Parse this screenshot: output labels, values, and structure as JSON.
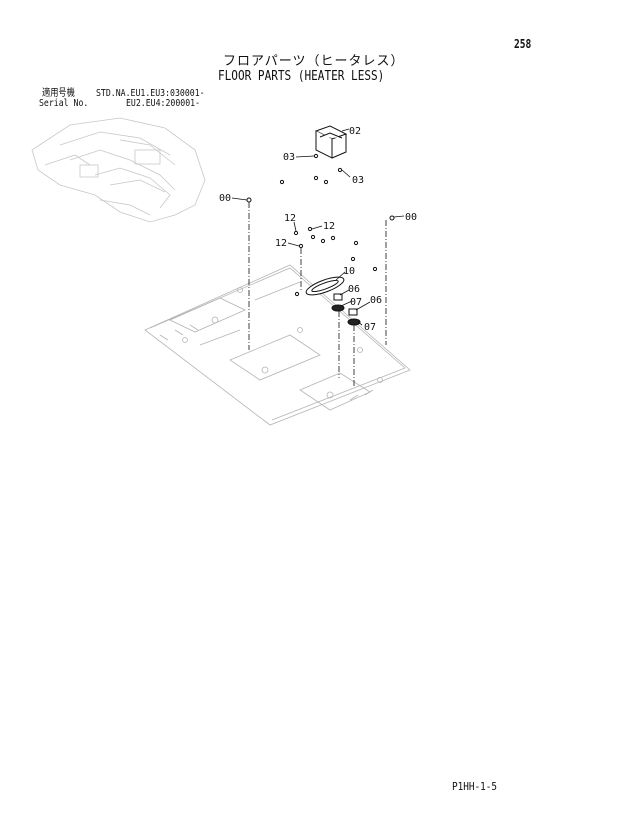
{
  "page_number": "258",
  "title_japanese": "フロアパーツ（ヒータレス）",
  "title_english": "FLOOR PARTS (HEATER LESS)",
  "serial": {
    "label_japanese": "適用号機",
    "label_english": "Serial No.",
    "line1": "STD.NA.EU1.EU3:030001-",
    "line2": "EU2.EU4:200001-"
  },
  "callouts": {
    "c02": "02",
    "c03a": "03",
    "c03b": "03",
    "c00a": "00",
    "c00b": "00",
    "c12a": "12",
    "c12b": "12",
    "c12c": "12",
    "c10": "10",
    "c06a": "06",
    "c06b": "06",
    "c07a": "07",
    "c07b": "07"
  },
  "doc_code": "P1HH-1-5"
}
